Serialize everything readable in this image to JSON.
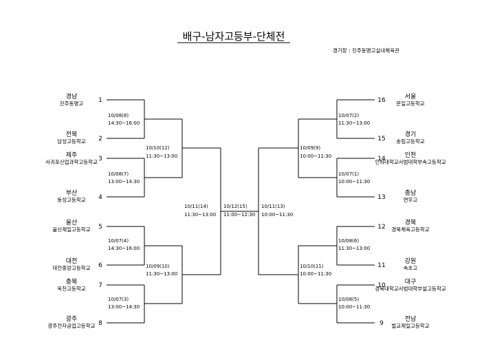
{
  "title": "배구-남자고등부-단체전",
  "venue": "경기장 : 진주동명고실내체육관",
  "teams": {
    "1": {
      "seed": "1",
      "region": "경남",
      "school": "진주동명고"
    },
    "2": {
      "seed": "2",
      "region": "전북",
      "school": "남성고등학교"
    },
    "3": {
      "seed": "3",
      "region": "제주",
      "school": "서귀포산업과학고등학교"
    },
    "4": {
      "seed": "4",
      "region": "부산",
      "school": "동성고등학교"
    },
    "5": {
      "seed": "5",
      "region": "울산",
      "school": "울산제일고등학교"
    },
    "6": {
      "seed": "6",
      "region": "대전",
      "school": "대전중앙고등학교"
    },
    "7": {
      "seed": "7",
      "region": "충북",
      "school": "옥천고등학교"
    },
    "8": {
      "seed": "8",
      "region": "광주",
      "school": "광주전자공업고등학교"
    },
    "9": {
      "seed": "9",
      "region": "전남",
      "school": "벌교제일고등학교"
    },
    "10": {
      "seed": "10",
      "region": "대구",
      "school": "경북대학교사범대학부설고등학교"
    },
    "11": {
      "seed": "11",
      "region": "강원",
      "school": "속초고"
    },
    "12": {
      "seed": "12",
      "region": "경북",
      "school": "경북체육고등학교"
    },
    "13": {
      "seed": "13",
      "region": "충남",
      "school": "연무고"
    },
    "14": {
      "seed": "14",
      "region": "인천",
      "school": "인하대학교사범대학부속고등학교"
    },
    "15": {
      "seed": "15",
      "region": "경기",
      "school": "송림고등학교"
    },
    "16": {
      "seed": "16",
      "region": "서울",
      "school": "문일고등학교"
    }
  },
  "matches": {
    "m1": {
      "date": "10/08(8)",
      "time": "14:30~16:00"
    },
    "m2": {
      "date": "10/08(7)",
      "time": "13:00~14:30"
    },
    "m3": {
      "date": "10/07(4)",
      "time": "14:30~16:00"
    },
    "m4": {
      "date": "10/07(3)",
      "time": "13:00~14:30"
    },
    "m5": {
      "date": "10/07(2)",
      "time": "11:30~13:00"
    },
    "m6": {
      "date": "10/07(1)",
      "time": "10:00~11:30"
    },
    "m7": {
      "date": "10/08(6)",
      "time": "11:30~13:00"
    },
    "m8": {
      "date": "10/08(5)",
      "time": "10:00~11:30"
    },
    "q1": {
      "date": "10/10(12)",
      "time": "11:30~13:00"
    },
    "q2": {
      "date": "10/09(10)",
      "time": "11:30~13:00"
    },
    "q3": {
      "date": "10/09(9)",
      "time": "10:00~11:30"
    },
    "q4": {
      "date": "10/10(11)",
      "time": "10:00~11:30"
    },
    "s1": {
      "date": "10/11(14)",
      "time": "11:30~13:00"
    },
    "s2": {
      "date": "10/11(13)",
      "time": "10:00~11:30"
    },
    "final": {
      "date": "10/12(15)",
      "time": "11:00~12:30"
    }
  }
}
